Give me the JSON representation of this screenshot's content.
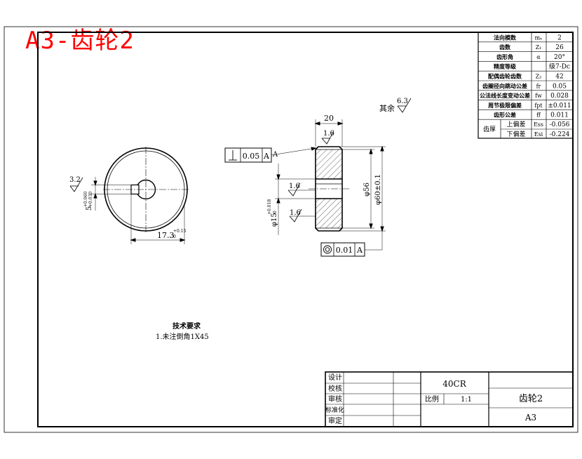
{
  "title": "A3-齿轮2",
  "params_table": [
    {
      "name": "法向模数",
      "symbol": "mₙ",
      "value": "2"
    },
    {
      "name": "齿数",
      "symbol": "Z₁",
      "value": "26"
    },
    {
      "name": "齿形角",
      "symbol": "α",
      "value": "20°"
    },
    {
      "name": "精度等级",
      "symbol": "",
      "value": "级7-Dc"
    },
    {
      "name": "配偶齿轮齿数",
      "symbol": "Z₂",
      "value": "42"
    },
    {
      "name": "齿圈径向跳动公差",
      "symbol": "fr",
      "value": "0.05"
    },
    {
      "name": "公法线长度变动公差",
      "symbol": "fw",
      "value": "0.028"
    },
    {
      "name": "周节极限偏差",
      "symbol": "fpt",
      "value": "±0.011"
    },
    {
      "name": "齿形公差",
      "symbol": "ff",
      "value": "0.011"
    }
  ],
  "thickness": {
    "group": "齿厚",
    "rows": [
      {
        "name": "上偏差",
        "symbol": "Ess",
        "value": "-0.056"
      },
      {
        "name": "下偏差",
        "symbol": "Esi",
        "value": "-0.224"
      }
    ]
  },
  "annotations": {
    "other_roughness_label": "其余",
    "other_roughness_value": "6.3",
    "width_dim": "20",
    "top_roughness": "1.6",
    "bore_roughness": "1.6",
    "bottom_roughness": "1.6",
    "perp_tol": "0.05",
    "perp_datum": "A",
    "datum_A": "A",
    "conc_tol": "0.01",
    "conc_datum": "A",
    "dia_56": "φ56",
    "dia_outer": "φ60±0.1",
    "bore_dia": "φ15",
    "bore_tol_upper": "+0.018",
    "bore_tol_lower": "0",
    "left_roughness": "3.2",
    "key_width": "5",
    "key_tol_upper": "+0.060",
    "key_tol_lower": "+0.030",
    "key_depth": "17.3",
    "key_depth_tol": "+0.15",
    "key_depth_tol_lower": "0"
  },
  "tech_req": {
    "heading": "技术要求",
    "item1": "1.未注倒角1X45"
  },
  "title_block": {
    "design": "设计",
    "draft": "校核",
    "review": "审核",
    "standard": "标准化",
    "approve": "审定",
    "material": "40CR",
    "scale_label": "比例",
    "scale": "1:1",
    "part_name": "齿轮2",
    "sheet_size": "A3"
  }
}
